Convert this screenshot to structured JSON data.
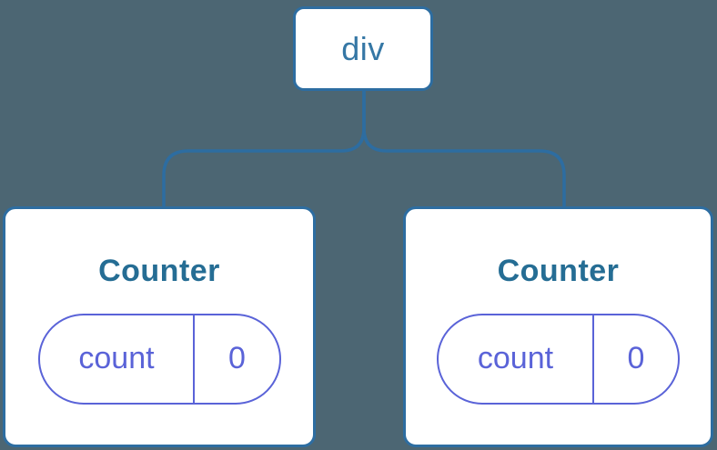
{
  "diagram": {
    "description": "component tree",
    "root": {
      "label": "div"
    },
    "children": [
      {
        "title": "Counter",
        "state": {
          "key": "count",
          "value": "0"
        }
      },
      {
        "title": "Counter",
        "state": {
          "key": "count",
          "value": "0"
        }
      }
    ]
  },
  "colors": {
    "bg": "#4c6673",
    "line": "#2d6da1",
    "div_text": "#3577a5",
    "component_text": "#256d94",
    "state_purple": "#5a63d8",
    "card_bg": "#ffffff"
  }
}
